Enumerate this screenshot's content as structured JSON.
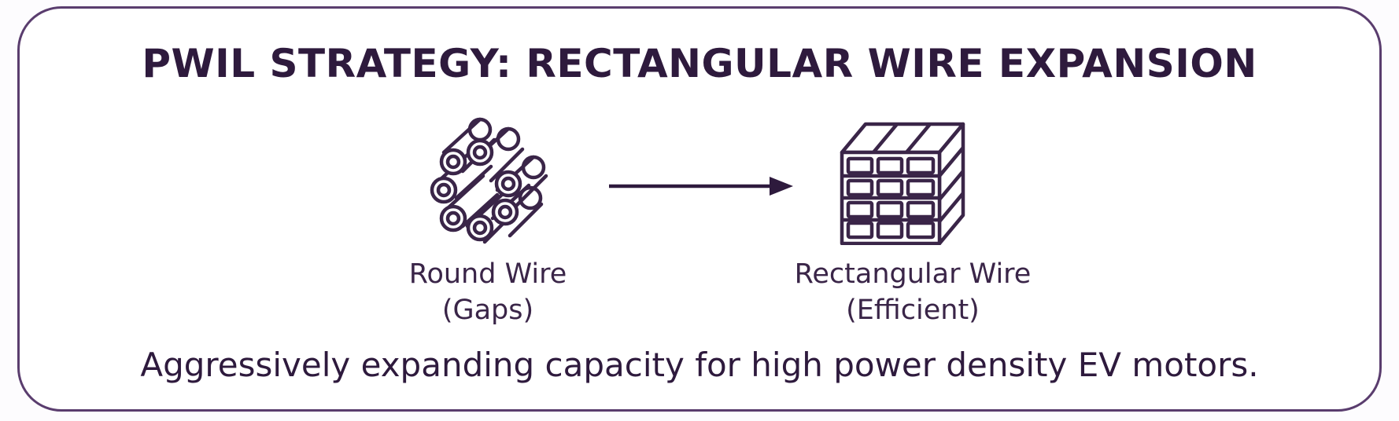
{
  "title": "PWIL STRATEGY: RECTANGULAR WIRE EXPANSION",
  "round_wire": {
    "icon": "round-wire-bundle-icon",
    "label_line1": "Round Wire",
    "label_line2": "(Gaps)"
  },
  "transition": {
    "icon": "right-arrow-icon"
  },
  "rectangular_wire": {
    "icon": "rectangular-wire-stack-icon",
    "label_line1": "Rectangular Wire",
    "label_line2": "(Efficient)"
  },
  "tagline": "Aggressively expanding capacity for high power density EV motors.",
  "colors": {
    "border": "#5a3d6e",
    "text": "#2e1a3d",
    "background": "#ffffff"
  }
}
